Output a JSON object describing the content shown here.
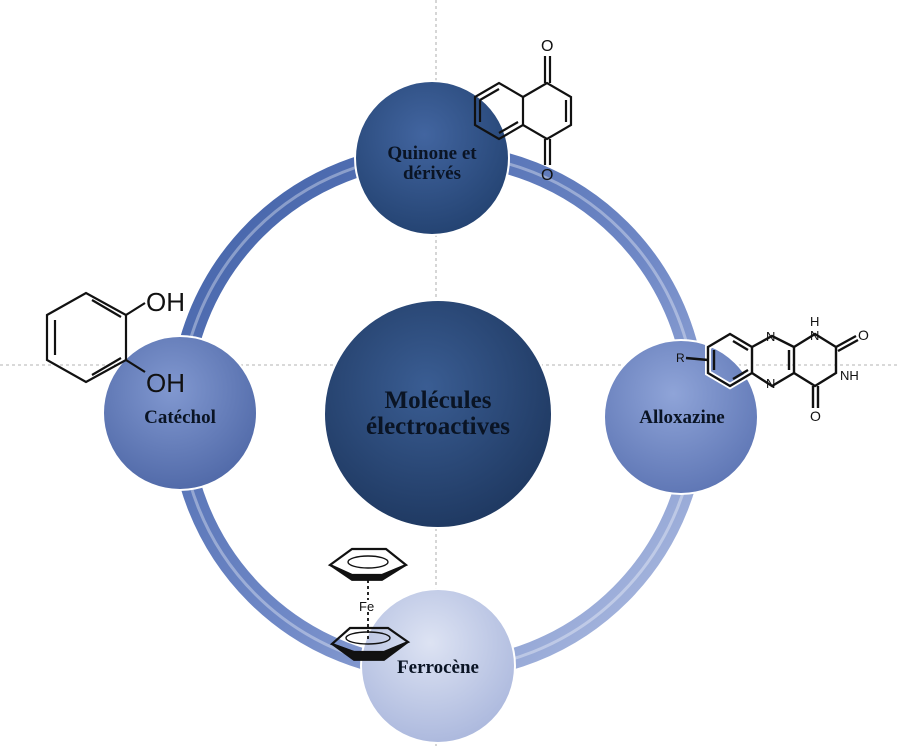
{
  "center": {
    "lines": [
      "Molécules",
      "électroactives"
    ]
  },
  "nodes": {
    "top": {
      "lines": [
        "Quinone et",
        "dérivés"
      ]
    },
    "left": {
      "lines": [
        "Catéchol"
      ]
    },
    "right": {
      "lines": [
        "Alloxazine"
      ]
    },
    "bottom": {
      "lines": [
        "Ferrocène"
      ]
    }
  },
  "structures": {
    "quinone": {
      "o_top": "O",
      "o_bottom": "O"
    },
    "catechol": {
      "oh_top": "OH",
      "oh_bottom": "OH"
    },
    "alloxazine": {
      "n1": "N",
      "n2": "N",
      "nh1": "H",
      "n3": "N",
      "nh2": "NH",
      "o1": "O",
      "o2": "O",
      "r": "R"
    },
    "ferrocene": {
      "fe": "Fe"
    }
  },
  "colors": {
    "center": "#24446f",
    "top": "#2e4f86",
    "left": "#5f79b8",
    "right": "#6d86c6",
    "bottom": "#c3cde8",
    "ring": "#5a74b8"
  }
}
